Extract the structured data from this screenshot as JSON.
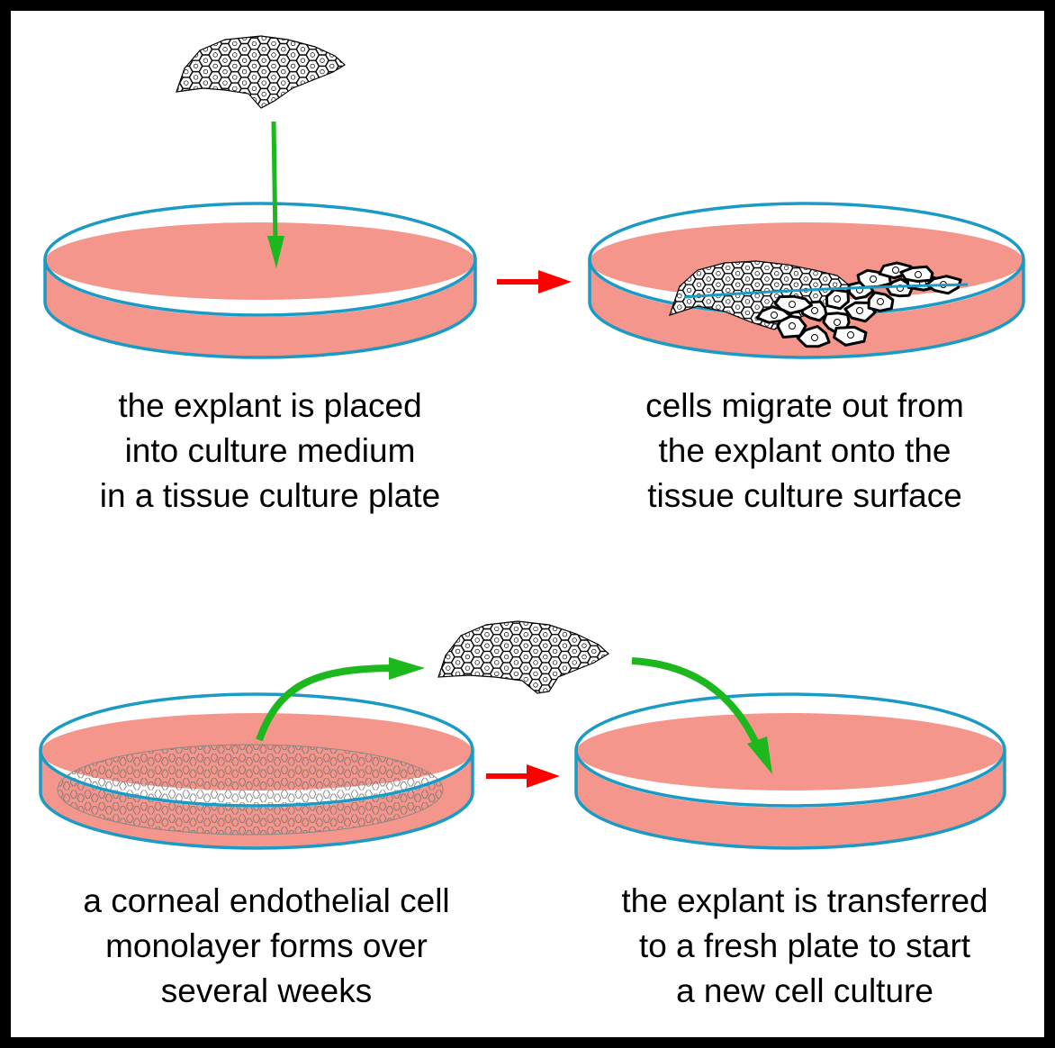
{
  "steps": [
    {
      "lines": [
        "the explant is placed",
        "into culture medium",
        "in a tissue culture plate"
      ]
    },
    {
      "lines": [
        "cells migrate out from",
        "the explant onto the",
        "tissue culture surface"
      ]
    },
    {
      "lines": [
        "a corneal endothelial cell",
        "monolayer forms over",
        "several weeks"
      ]
    },
    {
      "lines": [
        "the explant is transferred",
        "to a fresh plate to start",
        "a new cell culture"
      ]
    }
  ],
  "colors": {
    "dish_rim": "#1a9ac4",
    "medium": "#f4968c",
    "transfer_arrow": "#1db81d",
    "sequence_arrow": "#ff0000",
    "cell_outline": "#000000"
  },
  "icons": {
    "explant": "hexagonal-cell-sheet",
    "dish": "petri-dish",
    "monolayer": "hexagonal-grid"
  }
}
